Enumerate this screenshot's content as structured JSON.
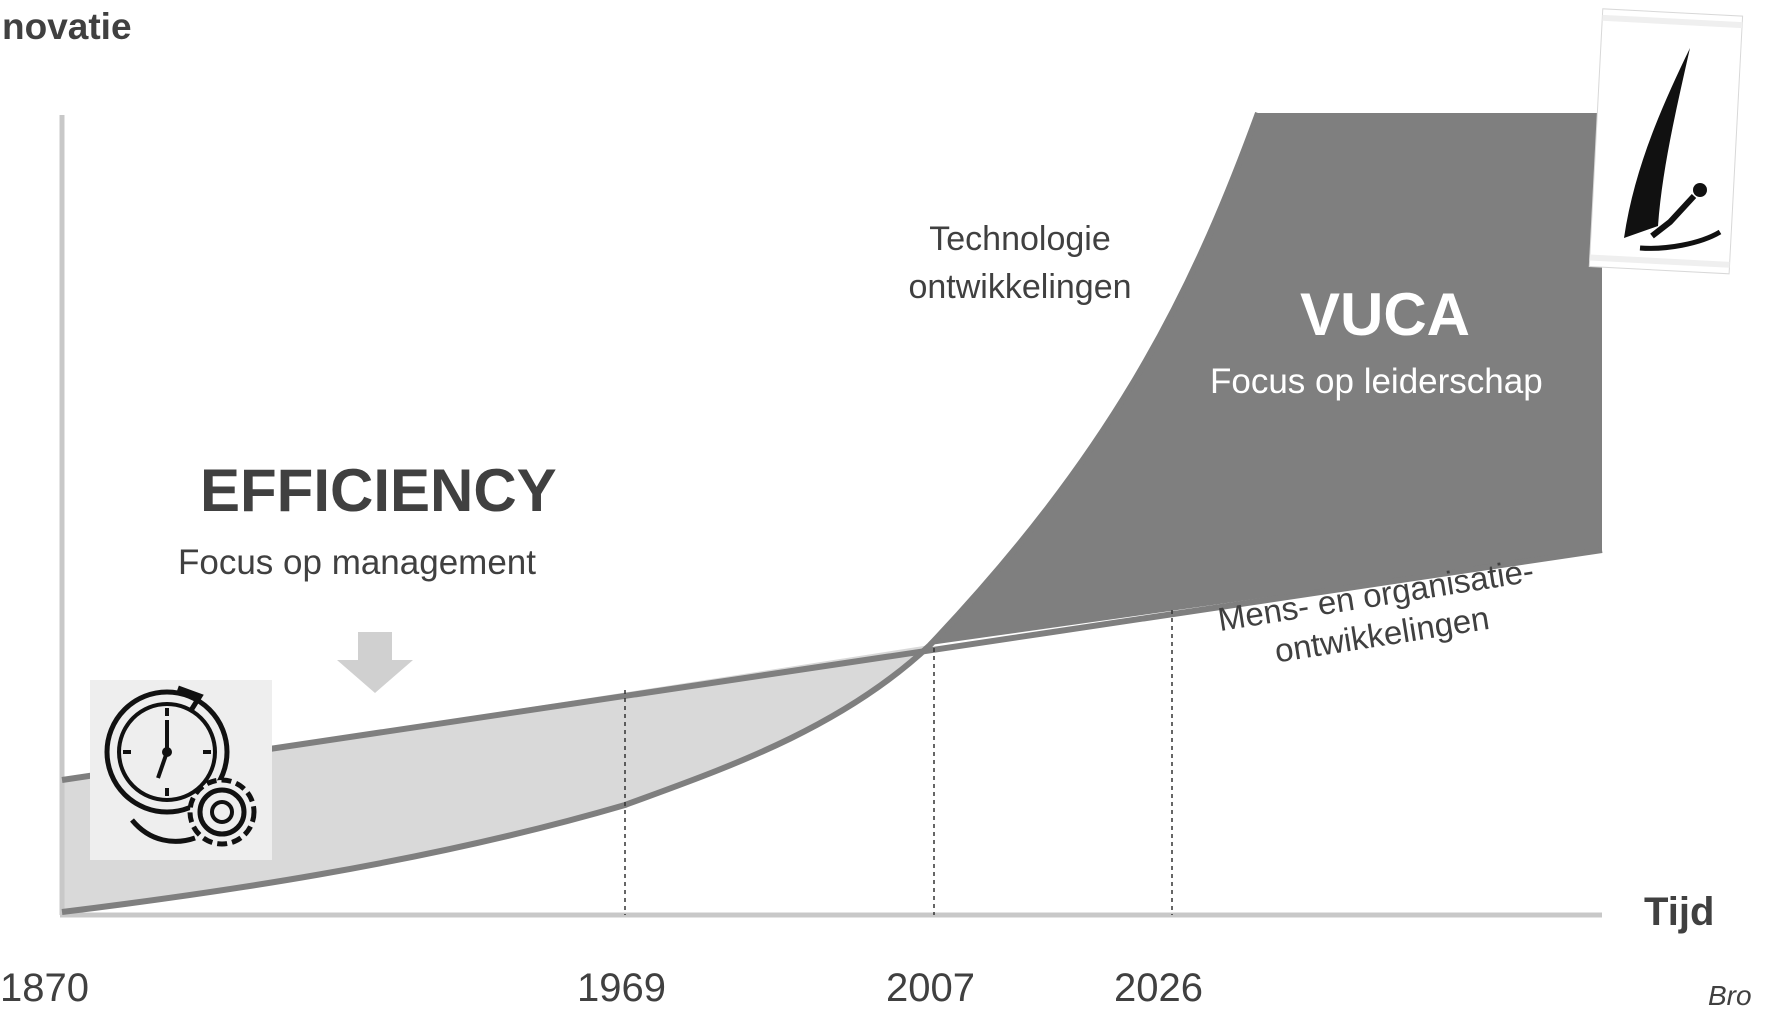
{
  "y_axis_label": "novatie",
  "x_axis_label": "Tijd",
  "x_ticks": [
    "1870",
    "1969",
    "2007",
    "2026"
  ],
  "efficiency": {
    "title": "EFFICIENCY",
    "subtitle": "Focus op management"
  },
  "vuca": {
    "title": "VUCA",
    "subtitle": "Focus op leiderschap"
  },
  "technology_label": [
    "Technologie",
    "ontwikkelingen"
  ],
  "people_label": [
    "Mens- en organisatie-",
    "ontwikkelingen"
  ],
  "source_fragment": "Bro",
  "colors": {
    "axis": "#c8c8c8",
    "curve": "#7f7f7f",
    "light_fill": "#d9d9d9",
    "dark_fill": "#7f7f7f",
    "arrow": "#d0d0d0",
    "text": "#404040",
    "vuca_text": "#ffffff"
  },
  "icons": {
    "efficiency": "clock-gear-icon",
    "vuca": "windsurfer-icon",
    "arrow": "down-arrow-icon"
  }
}
